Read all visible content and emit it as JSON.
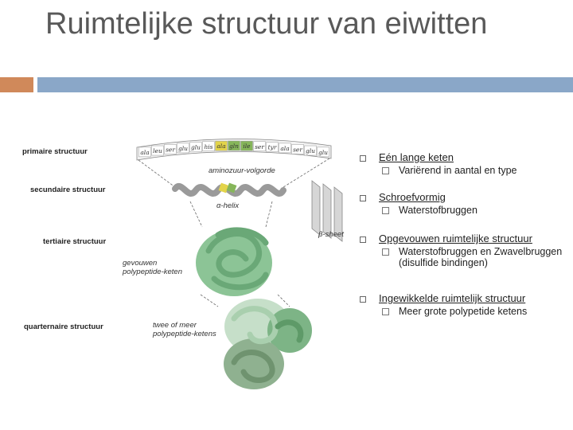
{
  "slide": {
    "title": "Ruimtelijke structuur van eiwitten"
  },
  "figure": {
    "levels": [
      "primaire structuur",
      "secundaire structuur",
      "tertiaire structuur",
      "quarternaire structuur"
    ],
    "amino_acids": [
      "ala",
      "leu",
      "ser",
      "glu",
      "glu",
      "his",
      "ala",
      "gln",
      "ile",
      "ser",
      "tyr",
      "ala",
      "ser",
      "glu",
      "glu"
    ],
    "aminozuur_label": "aminozuur-volgorde",
    "alpha_helix_label": "α-helix",
    "beta_sheet_label": "β-sheet",
    "folded_label": "gevouwen polypeptide-keten",
    "two_or_more_label": "twee of meer polypeptide-ketens"
  },
  "bullets": [
    {
      "label": "Eén lange keten",
      "sub": "Variërend in aantal en type"
    },
    {
      "label": "Schroefvormig",
      "sub": "Waterstofbruggen"
    },
    {
      "label": "Opgevouwen ruimtelijke structuur",
      "sub": "Waterstofbruggen en Zwavelbruggen (disulfide bindingen)"
    },
    {
      "label": "Ingewikkelde ruimtelijk structuur",
      "sub": "Meer grote polypetide ketens"
    }
  ],
  "colors": {
    "accent_orange": "#d0895a",
    "accent_blue": "#8aa7c8",
    "protein_green": "#6aa877"
  }
}
